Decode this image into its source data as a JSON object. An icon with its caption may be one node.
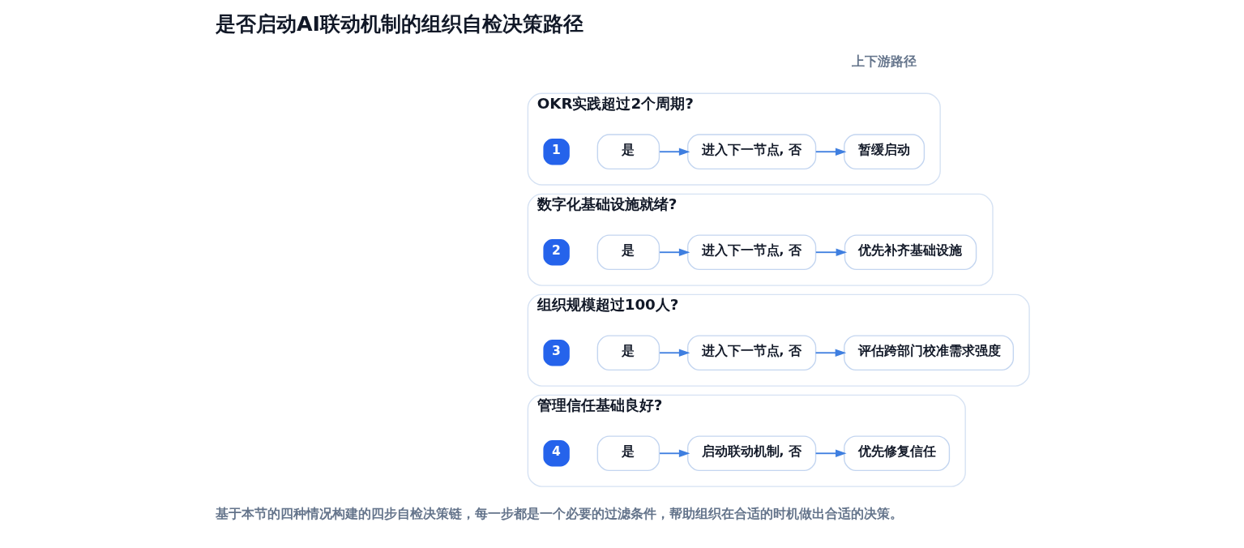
{
  "diagram": {
    "title": "是否启动AI联动机制的组织自检决策路径",
    "caption": "基于本节的四种情况构建的四步自检决策链，每一步都是一个必要的过滤条件，帮助组织在合适的时机做出合适的决策。",
    "nodes": [
      {
        "text": [
          "OKR实践超过2个周期?"
        ]
      },
      {
        "text": [
          "1"
        ],
        "in": 0
      },
      {
        "text": [
          "是"
        ],
        "in": 0
      },
      {
        "text": [
          "进入下一节点, 否"
        ],
        "in": 0
      },
      {
        "text": [
          "暂缓启动"
        ],
        "in": 0
      },
      {
        "text": [
          "数字化基础设施就绪?"
        ]
      },
      {
        "text": [
          "2"
        ],
        "in": 5
      },
      {
        "text": [
          "是"
        ],
        "in": 5
      },
      {
        "text": [
          "进入下一节点, 否"
        ],
        "in": 5
      },
      {
        "text": [
          "优先补齐基础设施"
        ],
        "in": 5
      },
      {
        "text": [
          "组织规模超过100人?"
        ]
      },
      {
        "text": [
          "3"
        ],
        "in": 10
      },
      {
        "text": [
          "是"
        ],
        "in": 10
      },
      {
        "text": [
          "进入下一节点, 否"
        ],
        "in": 10
      },
      {
        "text": [
          "评估跨部门校准需求强度"
        ],
        "in": 10
      },
      {
        "text": [
          "管理信任基础良好?"
        ]
      },
      {
        "text": [
          "4"
        ],
        "in": 15
      },
      {
        "text": [
          "是"
        ],
        "in": 15
      },
      {
        "text": [
          "启动联动机制, 否"
        ],
        "in": 15
      },
      {
        "text": [
          "优先修复信任"
        ],
        "in": 15
      }
    ],
    "edges": [
      {
        "from": 2,
        "to": 3,
        "arrow": "to"
      },
      {
        "from": 3,
        "to": 4,
        "arrow": "to"
      },
      {
        "from": 7,
        "to": 8,
        "arrow": "to"
      },
      {
        "from": 8,
        "to": 9,
        "arrow": "to"
      },
      {
        "from": 12,
        "to": 13,
        "arrow": "to"
      },
      {
        "from": 13,
        "to": 14,
        "arrow": "to"
      },
      {
        "from": 17,
        "to": 18,
        "arrow": "to"
      },
      {
        "from": 18,
        "to": 19,
        "arrow": "to"
      }
    ],
    "labels": [
      "上下游路径"
    ]
  }
}
